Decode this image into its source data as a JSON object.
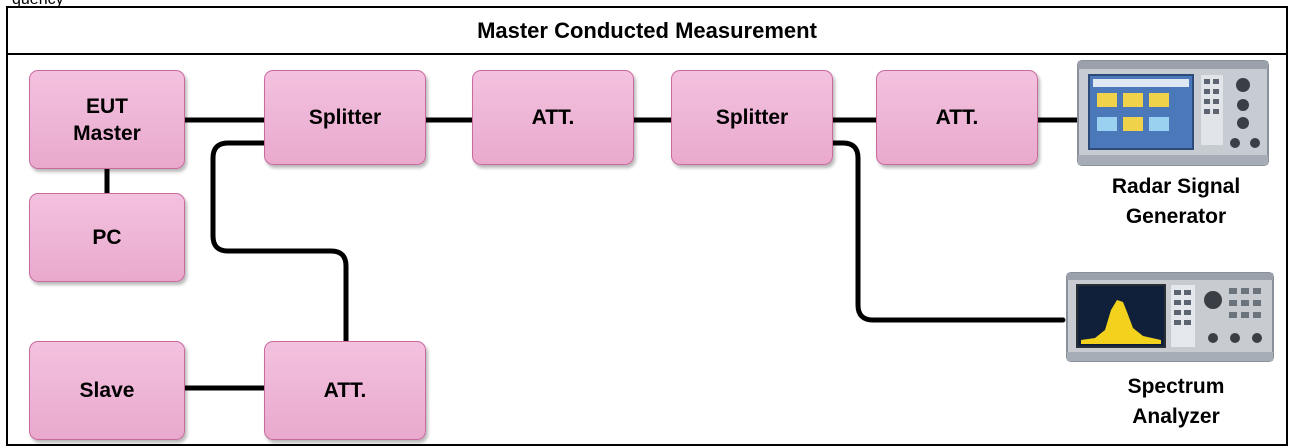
{
  "partial_top_text": "     quency",
  "title": "Master Conducted Measurement",
  "blocks": {
    "eut_master_line1": "EUT",
    "eut_master_line2": "Master",
    "pc": "PC",
    "slave": "Slave",
    "splitter_1": "Splitter",
    "att_1": "ATT.",
    "splitter_2": "Splitter",
    "att_2": "ATT.",
    "att_3": "ATT."
  },
  "instruments": {
    "radar_line1": "Radar Signal",
    "radar_line2": "Generator",
    "spectrum_line1": "Spectrum",
    "spectrum_line2": "Analyzer"
  },
  "colors": {
    "block_fill": "#eeb3d6",
    "block_border": "#c96a9f",
    "wire": "#000000"
  }
}
